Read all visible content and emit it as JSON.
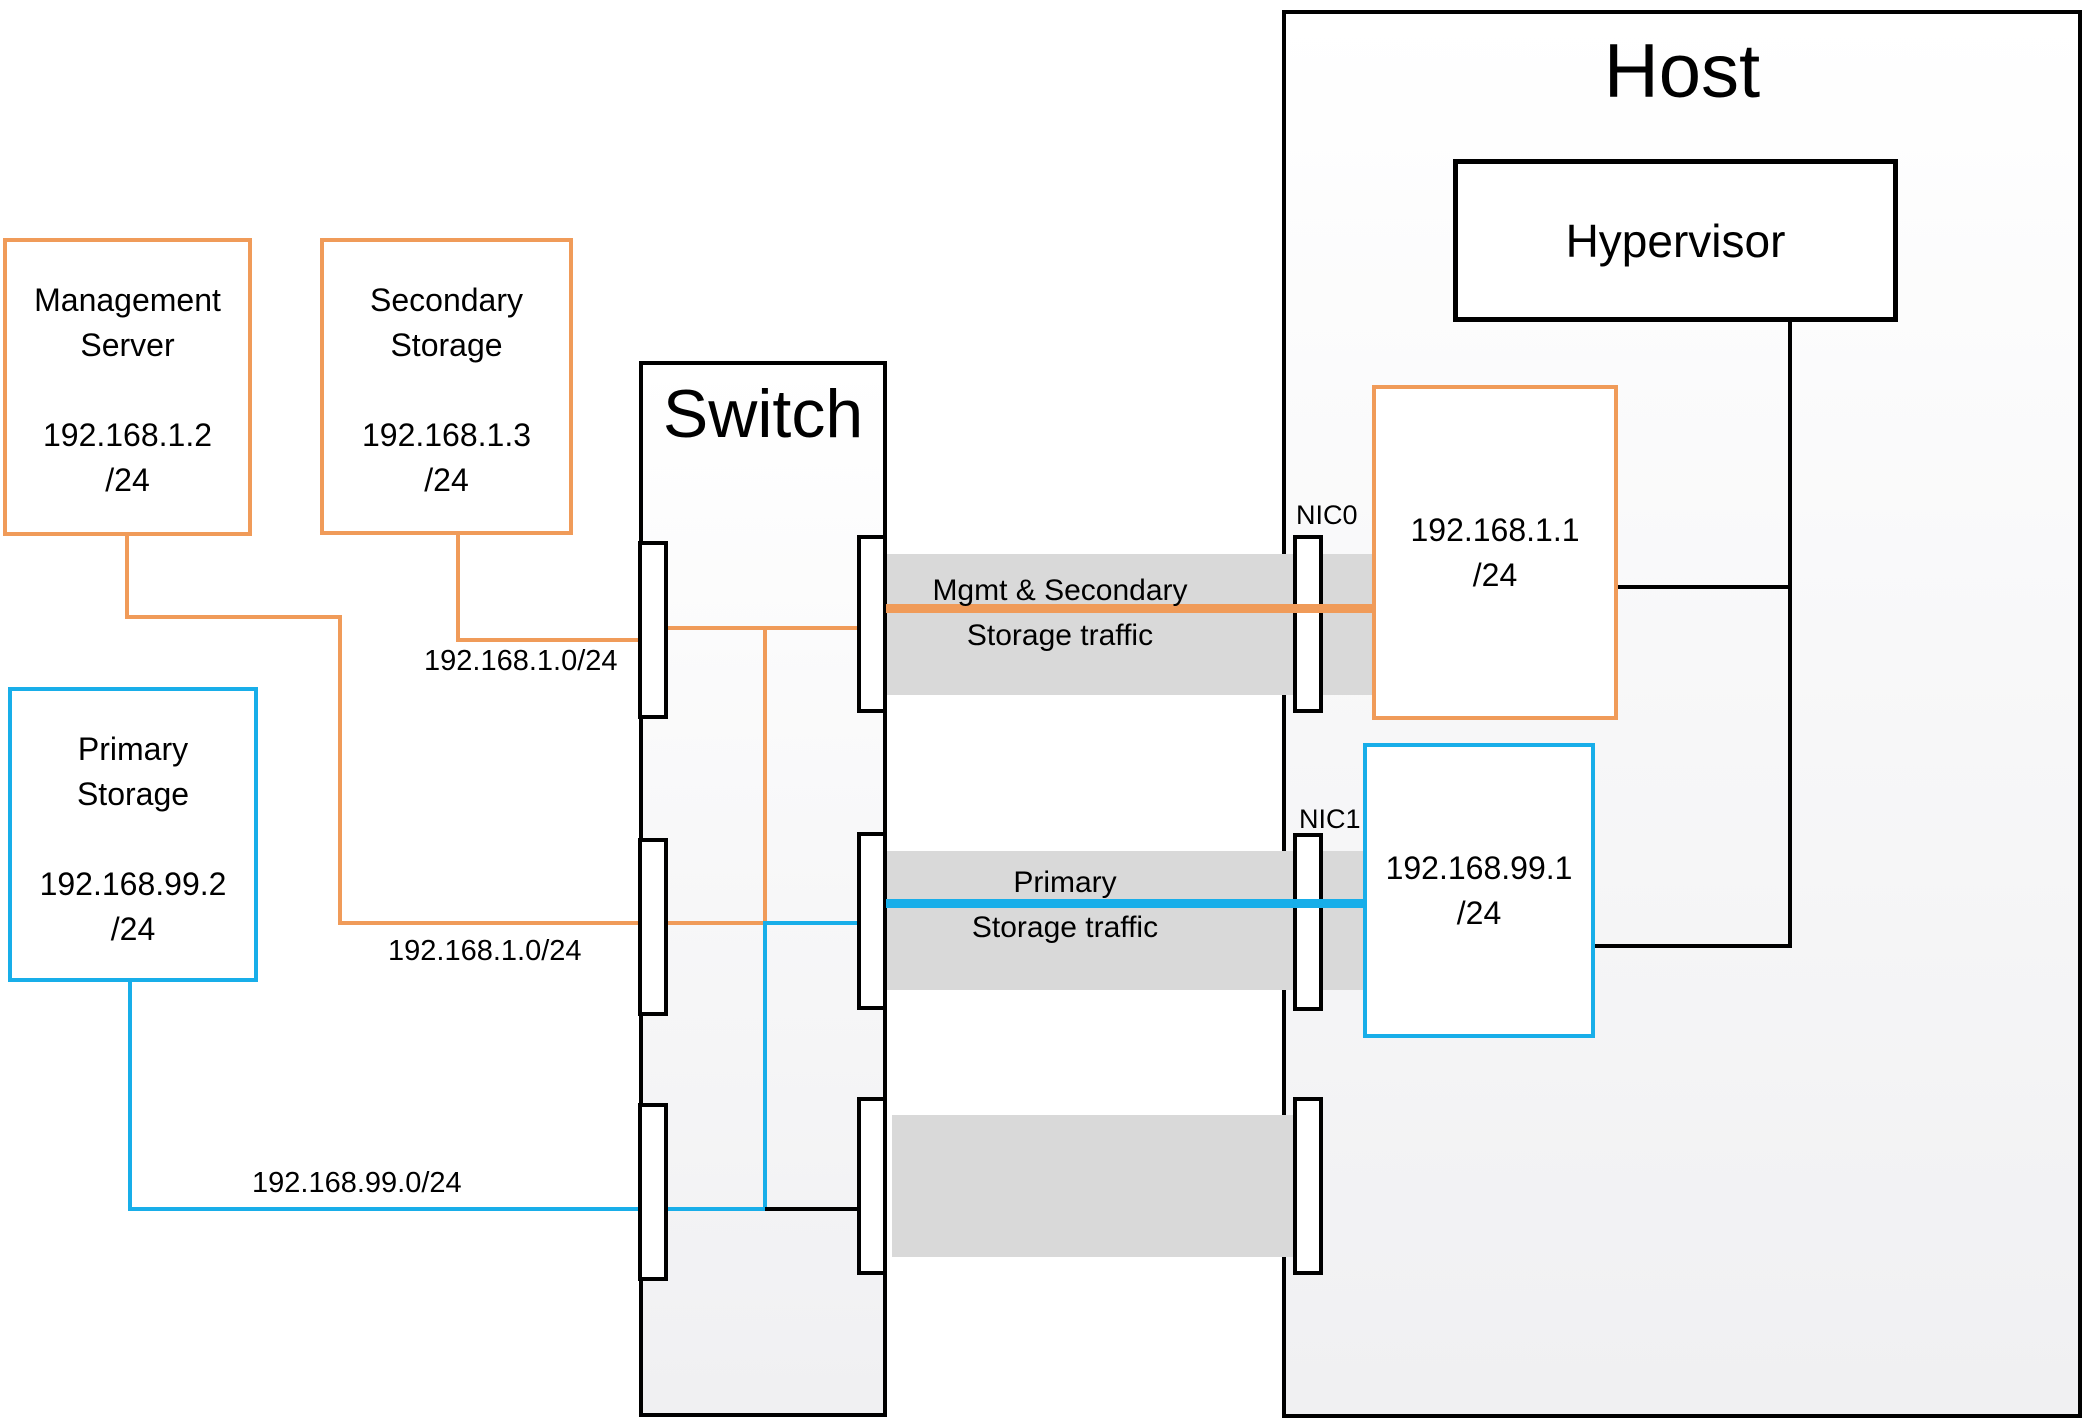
{
  "colors": {
    "orange": "#F09B59",
    "blue": "#18AEE9",
    "gray_band": "#D9D9D9",
    "line_black": "#000000"
  },
  "host": {
    "title": "Host",
    "hypervisor_label": "Hypervisor",
    "nics": [
      {
        "label": "NIC0",
        "ip": "192.168.1.1",
        "mask": "/24"
      },
      {
        "label": "NIC1",
        "ip": "192.168.99.1",
        "mask": "/24"
      }
    ]
  },
  "switch_box": {
    "title": "Switch"
  },
  "servers": [
    {
      "id": "management",
      "line1": "Management",
      "line2": "Server",
      "ip": "192.168.1.2",
      "mask": "/24"
    },
    {
      "id": "secondary",
      "line1": "Secondary",
      "line2": "Storage",
      "ip": "192.168.1.3",
      "mask": "/24"
    },
    {
      "id": "primary",
      "line1": "Primary",
      "line2": "Storage",
      "ip": "192.168.99.2",
      "mask": "/24"
    }
  ],
  "network_labels": {
    "secondary_link": "192.168.1.0/24",
    "management_link": "192.168.1.0/24",
    "primary_link": "192.168.99.0/24"
  },
  "traffic_labels": {
    "mgmt": {
      "line1": "Mgmt & Secondary",
      "line2": "Storage traffic"
    },
    "primary": {
      "line1": "Primary",
      "line2": "Storage traffic"
    }
  }
}
